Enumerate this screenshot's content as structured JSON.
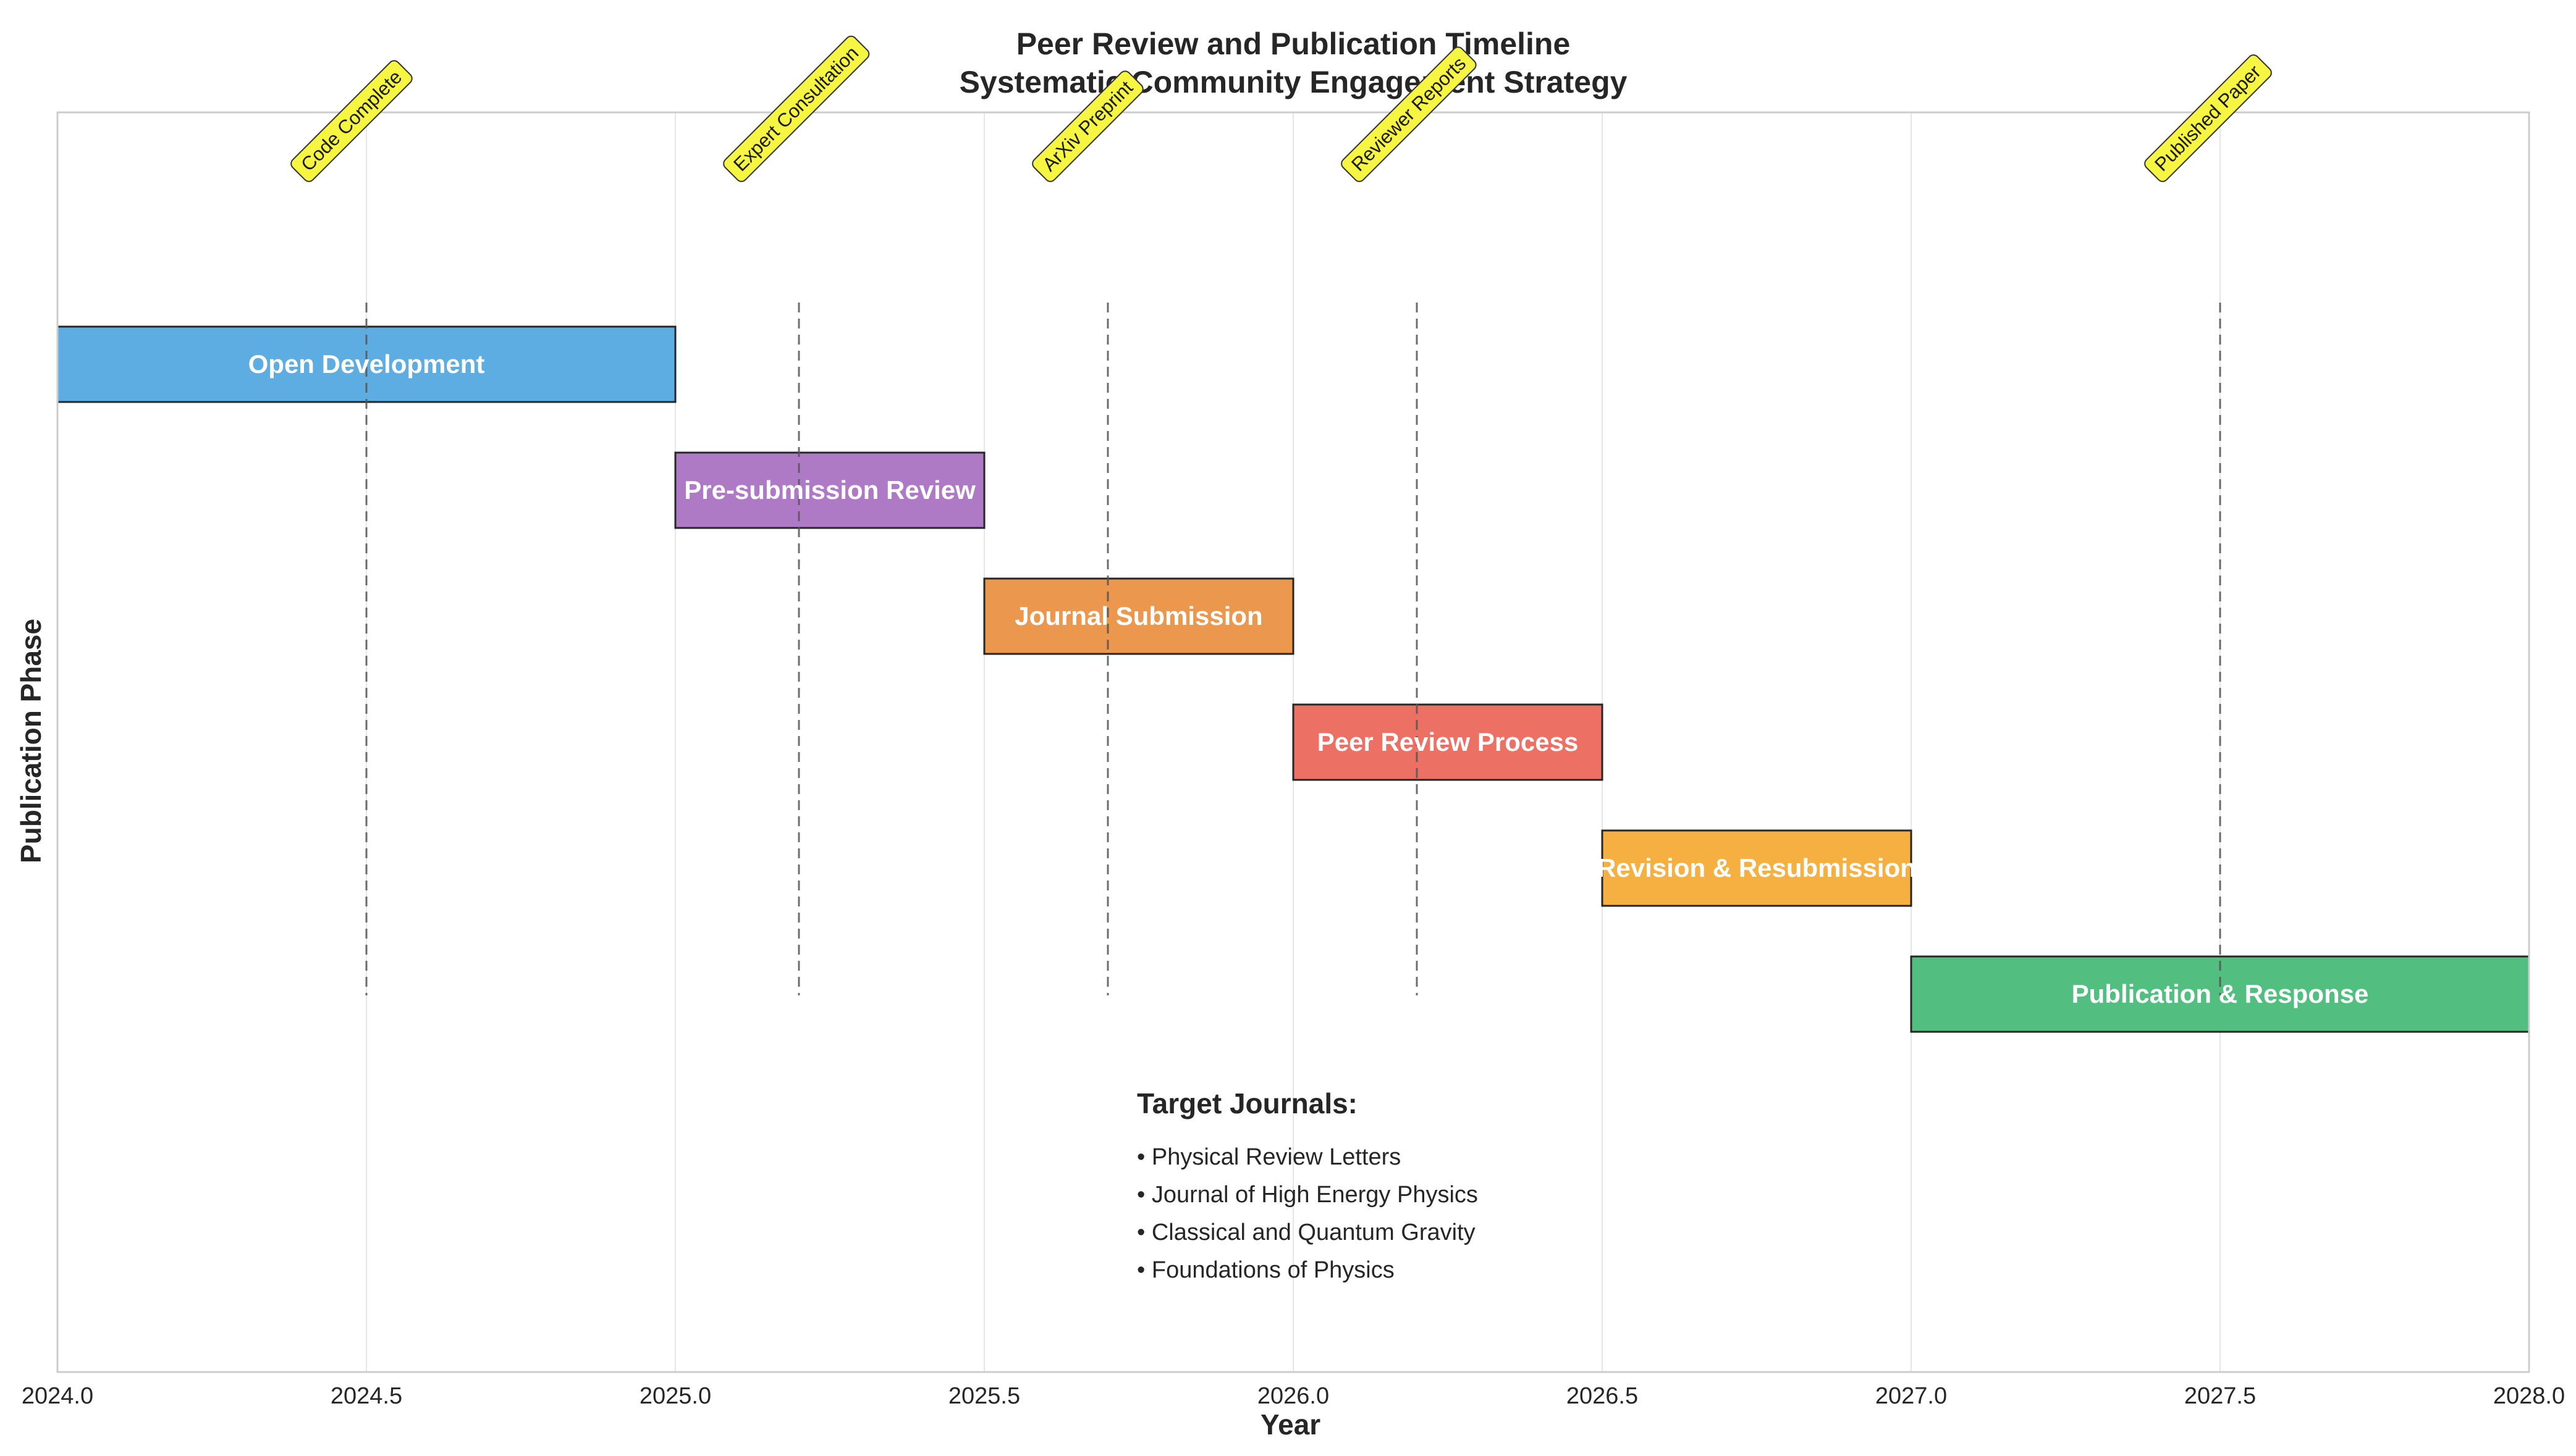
{
  "chart_data": {
    "type": "gantt",
    "title": "Peer Review and Publication Timeline",
    "subtitle": "Systematic Community Engagement Strategy",
    "xlabel": "Year",
    "ylabel": "Publication Phase",
    "xlim": [
      2024.0,
      2028.0
    ],
    "x_ticks": [
      "2024.0",
      "2024.5",
      "2025.0",
      "2025.5",
      "2026.0",
      "2026.5",
      "2027.0",
      "2027.5",
      "2028.0"
    ],
    "grid": "vertical",
    "phases": [
      {
        "label": "Open Development",
        "start": 2024.0,
        "end": 2025.0,
        "color": "#5dade2"
      },
      {
        "label": "Pre-submission Review",
        "start": 2025.0,
        "end": 2025.5,
        "color": "#af7ac5"
      },
      {
        "label": "Journal Submission",
        "start": 2025.5,
        "end": 2026.0,
        "color": "#eb984e"
      },
      {
        "label": "Peer Review Process",
        "start": 2026.0,
        "end": 2026.5,
        "color": "#ec7063"
      },
      {
        "label": "Revision & Resubmission",
        "start": 2026.5,
        "end": 2027.0,
        "color": "#f5b041"
      },
      {
        "label": "Publication & Response",
        "start": 2027.0,
        "end": 2028.0,
        "color": "#52be80"
      }
    ],
    "milestones": [
      {
        "label": "Code Complete",
        "x": 2024.5
      },
      {
        "label": "Expert Consultation",
        "x": 2025.2
      },
      {
        "label": "ArXiv Preprint",
        "x": 2025.7
      },
      {
        "label": "Reviewer Reports",
        "x": 2026.2
      },
      {
        "label": "Published Paper",
        "x": 2027.5
      }
    ],
    "annotation": {
      "heading": "Target Journals:",
      "items": [
        "• Physical Review Letters",
        "• Journal of High Energy Physics",
        "• Classical and Quantum Gravity",
        "• Foundations of Physics"
      ]
    }
  }
}
